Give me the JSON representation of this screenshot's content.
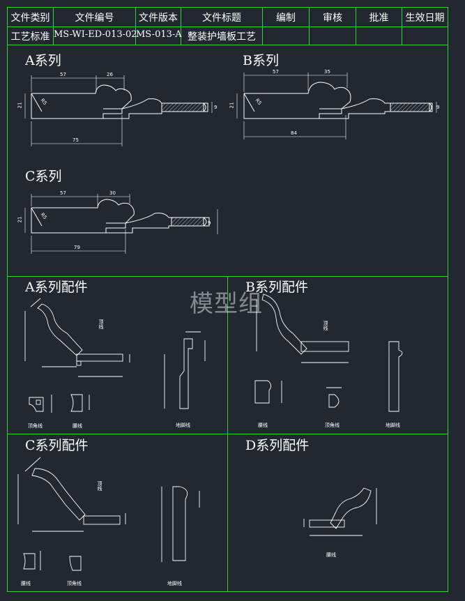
{
  "header": {
    "col_labels": [
      "文件类别",
      "文件编号",
      "文件版本",
      "文件标题",
      "编制",
      "审核",
      "批准",
      "生效日期"
    ],
    "values": [
      "工艺标准",
      "MS-WI-ED-013-02",
      "MS-013-A",
      "整装护墙板工艺"
    ]
  },
  "sections": {
    "a": "A系列",
    "b": "B系列",
    "c": "C系列",
    "a_parts": "A系列配件",
    "b_parts": "B系列配件",
    "c_parts": "C系列配件",
    "d_parts": "D系列配件"
  },
  "dims": {
    "a_57": "57",
    "a_26": "26",
    "a_21": "21",
    "a_r5": "R5",
    "a_9": "9",
    "a_75": "75",
    "b_57": "57",
    "b_35": "35",
    "b_21": "21",
    "b_r5": "R5",
    "b_9": "9",
    "b_84": "84",
    "c_57": "57",
    "c_30": "30",
    "c_21": "21",
    "c_r5": "R5",
    "c_9": "9",
    "c_79": "79"
  },
  "part_labels": {
    "a_top": "顶线",
    "a_corner": "顶角线",
    "a_waist": "腰线",
    "a_skirting": "地脚线",
    "b_top": "顶线",
    "b_waist": "腰线",
    "b_corner": "顶角线",
    "b_skirting": "地脚线",
    "c_top": "顶线",
    "c_waist": "腰线",
    "c_corner": "顶角线",
    "c_skirting": "地脚线",
    "d_waist": "腰线"
  },
  "watermark": "模型组",
  "colors": {
    "background": "#212830",
    "frame": "#3fc93f",
    "line": "#ffffff",
    "hatch": "#cfd3d6"
  }
}
